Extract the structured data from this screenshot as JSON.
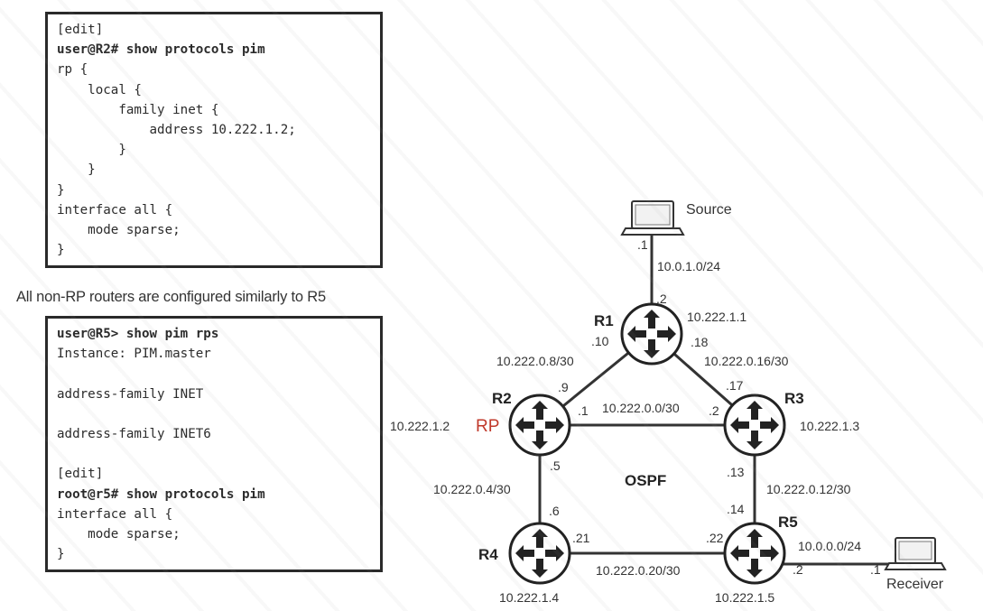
{
  "config_box_r2": {
    "lines": [
      {
        "text": "[edit]",
        "bold": false
      },
      {
        "text": "user@R2# show protocols pim",
        "bold": true
      },
      {
        "text": "rp {",
        "bold": false
      },
      {
        "text": "    local {",
        "bold": false
      },
      {
        "text": "        family inet {",
        "bold": false
      },
      {
        "text": "            address 10.222.1.2;",
        "bold": false
      },
      {
        "text": "        }",
        "bold": false
      },
      {
        "text": "    }",
        "bold": false
      },
      {
        "text": "}",
        "bold": false
      },
      {
        "text": "interface all {",
        "bold": false
      },
      {
        "text": "    mode sparse;",
        "bold": false
      },
      {
        "text": "}",
        "bold": false
      }
    ]
  },
  "caption": "All non-RP routers are configured similarly to R5",
  "config_box_r5": {
    "lines": [
      {
        "text": "user@R5> show pim rps",
        "bold": true
      },
      {
        "text": "Instance: PIM.master",
        "bold": false
      },
      {
        "text": "",
        "bold": false
      },
      {
        "text": "address-family INET",
        "bold": false
      },
      {
        "text": "",
        "bold": false
      },
      {
        "text": "address-family INET6",
        "bold": false
      },
      {
        "text": "",
        "bold": false
      },
      {
        "text": "[edit]",
        "bold": false
      },
      {
        "text": "root@r5# show protocols pim",
        "bold": true
      },
      {
        "text": "interface all {",
        "bold": false
      },
      {
        "text": "    mode sparse;",
        "bold": false
      },
      {
        "text": "}",
        "bold": false
      }
    ]
  },
  "topology": {
    "routers": {
      "r1": {
        "name": "R1",
        "loopback": "10.222.1.1"
      },
      "r2": {
        "name": "R2",
        "loopback": "10.222.1.2",
        "role": "RP"
      },
      "r3": {
        "name": "R3",
        "loopback": "10.222.1.3"
      },
      "r4": {
        "name": "R4",
        "loopback": "10.222.1.4"
      },
      "r5": {
        "name": "R5",
        "loopback": "10.222.1.5"
      }
    },
    "hosts": {
      "source": {
        "label": "Source",
        "if": ".1"
      },
      "receiver": {
        "label": "Receiver",
        "if": ".1"
      }
    },
    "links": {
      "source_r1": {
        "subnet": "10.0.1.0/24",
        "r1_if": ".2"
      },
      "r1_r2": {
        "subnet": "10.222.0.8/30",
        "r1_if": ".10",
        "r2_if": ".9"
      },
      "r1_r3": {
        "subnet": "10.222.0.16/30",
        "r1_if": ".18",
        "r3_if": ".17"
      },
      "r2_r3": {
        "subnet": "10.222.0.0/30",
        "r2_if": ".1",
        "r3_if": ".2"
      },
      "r2_r4": {
        "subnet": "10.222.0.4/30",
        "r2_if": ".5",
        "r4_if": ".6"
      },
      "r3_r5": {
        "subnet": "10.222.0.12/30",
        "r3_if": ".13",
        "r5_if": ".14"
      },
      "r4_r5": {
        "subnet": "10.222.0.20/30",
        "r4_if": ".21",
        "r5_if": ".22"
      },
      "r5_receiver": {
        "subnet": "10.0.0.0/24",
        "r5_if": ".2"
      }
    },
    "area_label": "OSPF",
    "colors": {
      "rp_label": "#c0392b",
      "router_fill": "#ffffff",
      "link": "#333333"
    }
  }
}
